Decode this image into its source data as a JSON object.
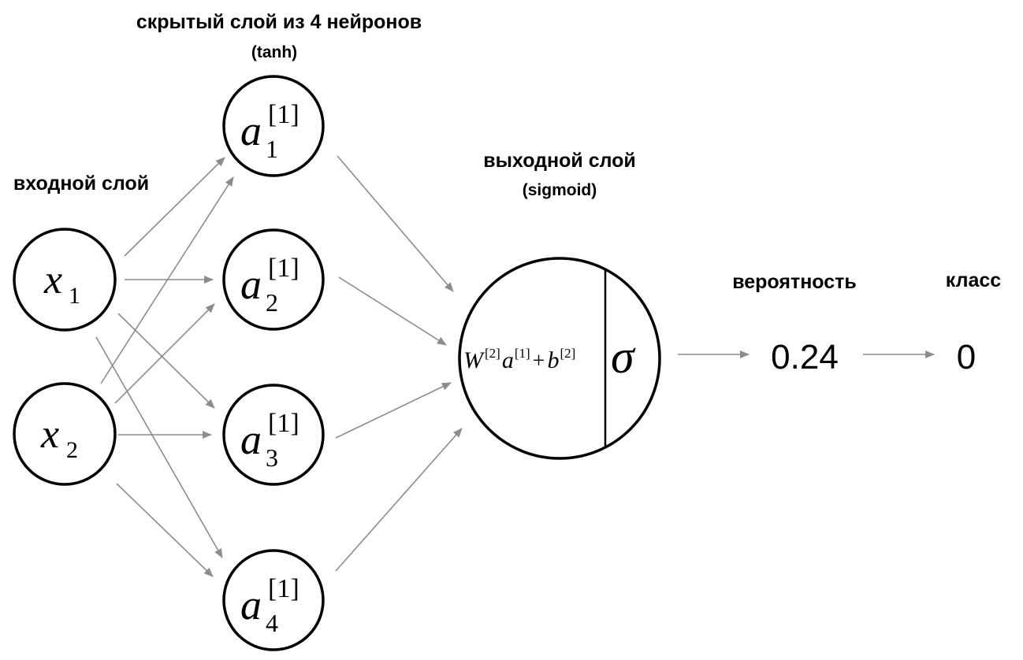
{
  "labels": {
    "hidden_layer_title": "скрытый слой из 4 нейронов",
    "hidden_layer_activation": "(tanh)",
    "input_layer_title": "входной слой",
    "output_layer_title": "выходной слой",
    "output_layer_activation": "(sigmoid)",
    "probability_label": "вероятность",
    "class_label": "класс"
  },
  "input_nodes": [
    {
      "var": "x",
      "sub": "1"
    },
    {
      "var": "x",
      "sub": "2"
    }
  ],
  "hidden_nodes": [
    {
      "var": "a",
      "sup": "[1]",
      "sub": "1"
    },
    {
      "var": "a",
      "sup": "[1]",
      "sub": "2"
    },
    {
      "var": "a",
      "sup": "[1]",
      "sub": "3"
    },
    {
      "var": "a",
      "sup": "[1]",
      "sub": "4"
    }
  ],
  "output_node": {
    "w": "W",
    "w_sup": "[2]",
    "a": "a",
    "a_sup": "[1]",
    "plus": "+",
    "b": "b",
    "b_sup": "[2]",
    "activation_symbol": "σ"
  },
  "probability_value": "0.24",
  "class_value": "0"
}
